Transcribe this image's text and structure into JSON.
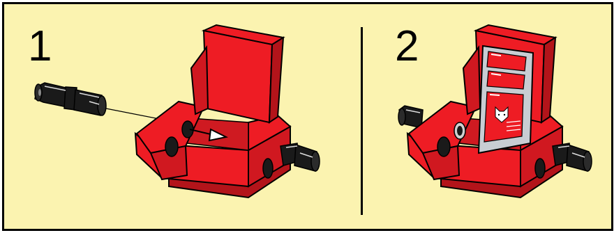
{
  "steps": [
    {
      "number": "1"
    },
    {
      "number": "2"
    }
  ],
  "colors": {
    "background": "#fbf3b0",
    "border": "#000000",
    "brick_red": "#ee1c24",
    "brick_red_dark": "#b3141a",
    "pin_black": "#1a1a1a",
    "sticker_silver": "#c8cdd3"
  },
  "icons": {
    "part": "red-seat-brick",
    "pin": "black-technic-pin",
    "sticker": "fox-emblem-sticker",
    "insert_arrow": "arrow-icon"
  }
}
